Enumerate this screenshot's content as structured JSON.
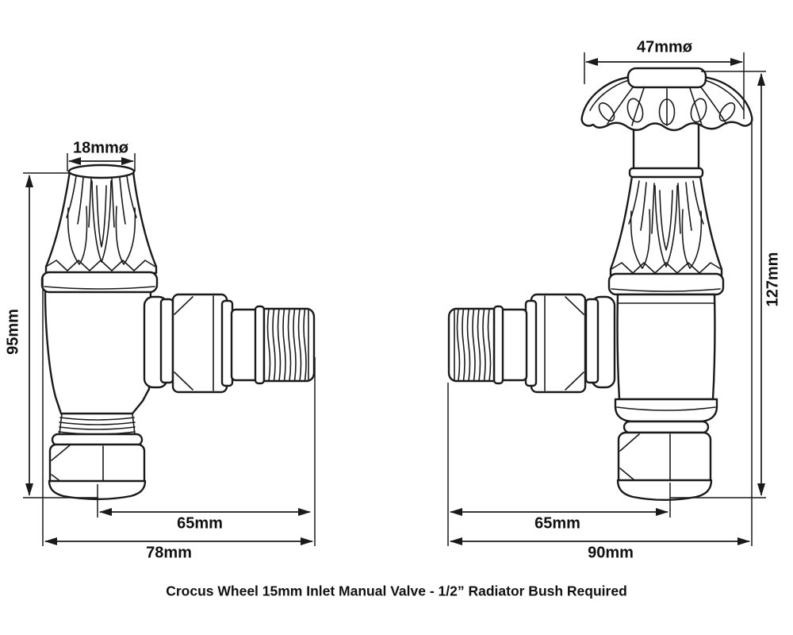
{
  "page": {
    "background": "#ffffff",
    "line_color": "#1a1a1a"
  },
  "caption": "Crocus Wheel 15mm Inlet Manual Valve - 1/2” Radiator Bush Required",
  "left_valve": {
    "dimensions": {
      "knob_diameter": "18mmø",
      "height": "95mm",
      "centre_to_outlet": "65mm",
      "overall_width": "78mm"
    }
  },
  "right_valve": {
    "dimensions": {
      "wheel_diameter": "47mmø",
      "height": "127mm",
      "centre_to_outlet": "65mm",
      "overall_width": "90mm"
    }
  }
}
